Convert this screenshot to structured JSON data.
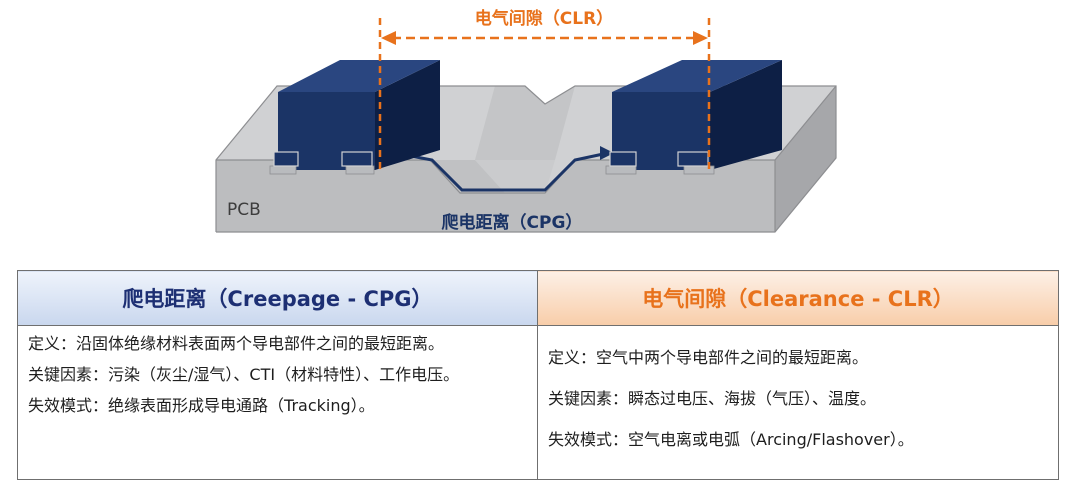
{
  "diagram": {
    "clearance_label": "电气间隙（CLR）",
    "creepage_label": "爬电距离（CPG）",
    "pcb_label": "PCB"
  },
  "colors": {
    "navy": "#1b3466",
    "orange": "#e8721c",
    "board_top": "#d0d1d3",
    "board_front": "#bcbdbf",
    "board_side": "#a6a7aa"
  },
  "table": {
    "cpg": {
      "title": "爬电距离（Creepage - CPG）",
      "definition_label": "定义：",
      "definition": "沿固体绝缘材料表面两个导电部件之间的最短距离。",
      "factors_label": "关键因素：",
      "factors": "污染（灰尘/湿气）、CTI（材料特性）、工作电压。",
      "failure_label": "失效模式：",
      "failure": "绝缘表面形成导电通路（Tracking）。"
    },
    "clr": {
      "title": "电气间隙（Clearance - CLR）",
      "definition_label": "定义：",
      "definition": "空气中两个导电部件之间的最短距离。",
      "factors_label": "关键因素：",
      "factors": "瞬态过电压、海拔（气压）、温度。",
      "failure_label": "失效模式：",
      "failure": "空气电离或电弧（Arcing/Flashover）。"
    }
  }
}
